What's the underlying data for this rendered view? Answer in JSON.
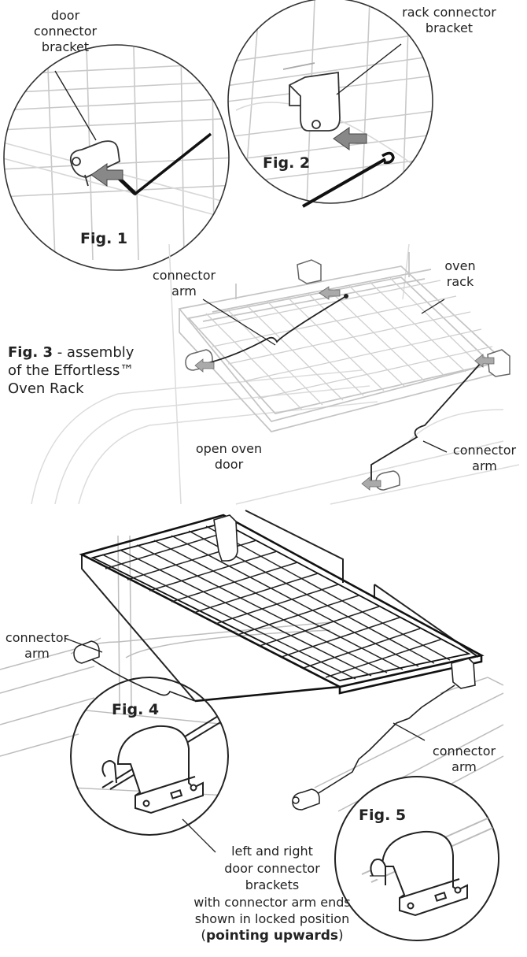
{
  "labels": {
    "door_connector_bracket": "door connector bracket",
    "rack_connector_bracket": "rack connector bracket",
    "connector_arm": "connector arm",
    "oven_rack": "oven rack",
    "open_oven_door": "open oven door",
    "connector_arm_right": "connector arm",
    "connector_arm_bottom_left": "connector arm",
    "connector_arm_bottom_right": "connector arm"
  },
  "figures": {
    "fig1": "Fig. 1",
    "fig2": "Fig. 2",
    "fig3": "Fig. 3",
    "fig4": "Fig. 4",
    "fig5": "Fig. 5"
  },
  "fig3_caption": {
    "line1_rest": " - assembly",
    "line2": "of the Effortless™",
    "line3": "Oven Rack"
  },
  "bottom_caption": {
    "line1": "left and right",
    "line2": "door connector",
    "line3": "brackets",
    "line4": "with connector arm ends",
    "line5": "shown in locked  position",
    "paren_open": "(",
    "emphasis": "pointing upwards",
    "paren_close": ")"
  }
}
